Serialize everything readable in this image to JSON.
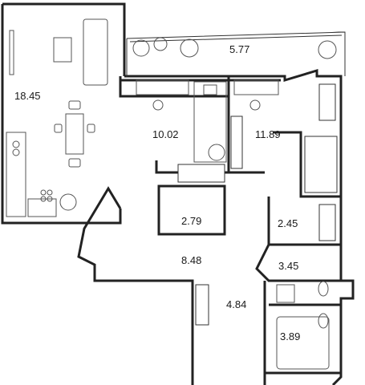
{
  "floorplan": {
    "rooms": [
      {
        "id": "kitchen-living",
        "area": "18.45"
      },
      {
        "id": "balcony",
        "area": "5.77"
      },
      {
        "id": "bedroom-1",
        "area": "10.02"
      },
      {
        "id": "bedroom-2",
        "area": "11.89"
      },
      {
        "id": "wardrobe",
        "area": "2.79"
      },
      {
        "id": "storage",
        "area": "2.45"
      },
      {
        "id": "hallway",
        "area": "8.48"
      },
      {
        "id": "bathroom",
        "area": "3.45"
      },
      {
        "id": "corridor",
        "area": "4.84"
      },
      {
        "id": "bath",
        "area": "3.89"
      }
    ]
  }
}
